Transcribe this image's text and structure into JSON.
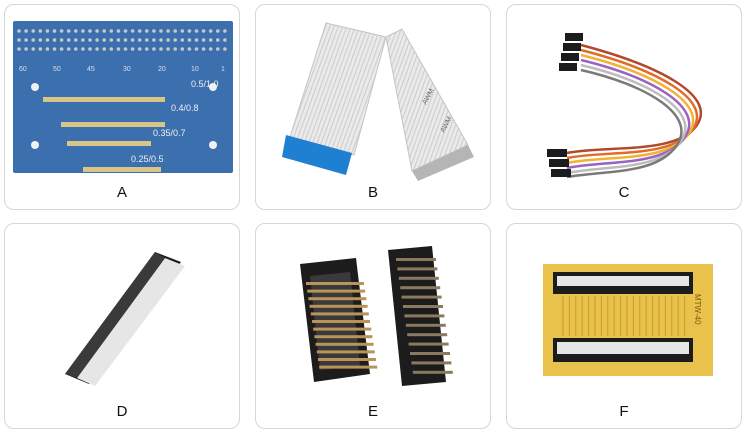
{
  "panels": [
    {
      "label": "A",
      "board_marks": [
        "60",
        "50",
        "45",
        "30",
        "20",
        "10",
        "1"
      ],
      "pitch_labels": [
        "0.5/1.0",
        "0.4/0.8",
        "0.35/0.7",
        "0.25/0.5"
      ]
    },
    {
      "label": "B",
      "print_text": "AWM"
    },
    {
      "label": "C"
    },
    {
      "label": "D"
    },
    {
      "label": "E"
    },
    {
      "label": "F",
      "board_text": "MTW-40"
    }
  ],
  "colors": {
    "pcb_blue": "#3b6fae",
    "ribbon_tab_blue": "#1f7fd0",
    "ffc_board_yellow": "#e8c24a",
    "connector_black": "#1c1c1c"
  }
}
